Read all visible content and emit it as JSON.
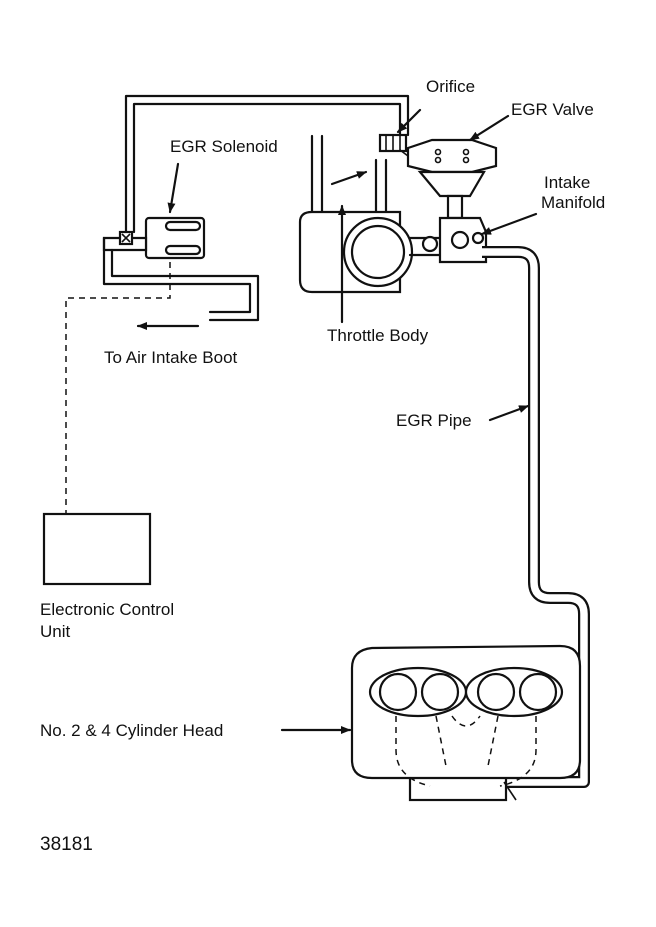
{
  "labels": {
    "orifice": "Orifice",
    "egr_valve": "EGR Valve",
    "egr_solenoid": "EGR Solenoid",
    "intake_manifold_1": "Intake",
    "intake_manifold_2": "Manifold",
    "throttle_body": "Throttle Body",
    "air_intake_boot": "To Air Intake Boot",
    "egr_pipe": "EGR Pipe",
    "ecu_1": "Electronic Control",
    "ecu_2": "Unit",
    "cylinder_head": "No. 2 & 4 Cylinder Head"
  },
  "figure_number": "38181"
}
